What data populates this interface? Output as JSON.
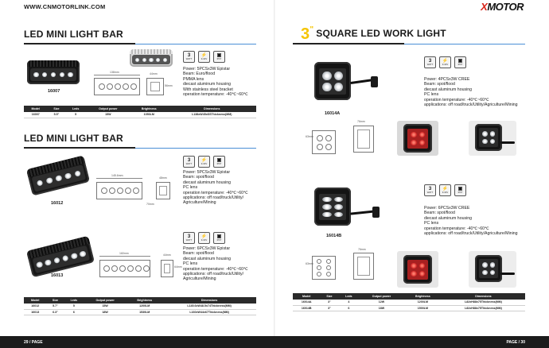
{
  "header": {
    "url": "WWW.CNMOTORLINK.COM",
    "brand_x": "X",
    "brand_rest": "MOTOR"
  },
  "left": {
    "section1": {
      "title": "LED MINI LIGHT BAR",
      "code": "16007",
      "icons": [
        {
          "glyph": "3",
          "label": "WATT"
        },
        {
          "glyph": "⚡",
          "label": "9-30V"
        },
        {
          "glyph": "▣",
          "label": "IP67"
        }
      ],
      "specs": [
        "Power: 5PCSx3W Epistar",
        "Beam: Euro/flood",
        "PMMA lens",
        "diecast aluminum housing",
        "With stainless steel bracket",
        "operation temperature: -40℃~60℃"
      ],
      "drawing_dims": [
        "138mm",
        "44mm",
        "56mm"
      ],
      "table": {
        "headers": [
          "Model",
          "Size",
          "Leds",
          "Output power",
          "Brightness",
          "Dimensions"
        ],
        "rows": [
          [
            "16007",
            "5.5\"",
            "5",
            "15W",
            "1050LM",
            "L138xW45xSSThickness(MM)"
          ]
        ]
      }
    },
    "section2": {
      "title": "LED MINI LIGHT BAR",
      "items": [
        {
          "code": "16012",
          "specs": [
            "Power: 5PCSx3W Epistar",
            "Beam: spot/flood",
            "diecast aluminum housing",
            "PC lens",
            "operation temperature: -40℃~60℃",
            "applications: off road/truck/Utility/",
            "Agriculture/Mining"
          ],
          "drawing_dims": [
            "145.6mm",
            "48mm",
            "70mm"
          ]
        },
        {
          "code": "16013",
          "specs": [
            "Power: 6PCSx3W Epistar",
            "Beam: spot/flood",
            "diecast aluminum housing",
            "PC lens",
            "operation temperature: -40℃~60℃",
            "applications: off road/truck/Utility/",
            "Agriculture/Mining"
          ],
          "drawing_dims": [
            "160mm",
            "44mm",
            "64mm"
          ]
        }
      ],
      "icons": [
        {
          "glyph": "3",
          "label": "WATT"
        },
        {
          "glyph": "⚡",
          "label": "9-30V"
        },
        {
          "glyph": "▣",
          "label": "IP67"
        }
      ],
      "table": {
        "headers": [
          "Model",
          "Size",
          "Leds",
          "Output power",
          "Brightness",
          "Dimensions"
        ],
        "rows": [
          [
            "16012",
            "5.7\"",
            "5",
            "15W",
            "1200LM",
            "L145.6xW48.5x74Thickness(MM)"
          ],
          [
            "16013",
            "6.3\"",
            "6",
            "18W",
            "1530LM",
            "L160xW44x67Thickness(MM)"
          ]
        ]
      }
    },
    "page": "29 / PAGE"
  },
  "right": {
    "title_number": "3",
    "title_quote": "\"",
    "title": "SQUARE LED WORK LIGHT",
    "icons": [
      {
        "glyph": "3",
        "label": "WATT"
      },
      {
        "glyph": "⚡",
        "label": "9-30V"
      },
      {
        "glyph": "▣",
        "label": "IP67"
      }
    ],
    "items": [
      {
        "code": "16014A",
        "specs": [
          "Power: 4PCSx3W CREE",
          "Beam: spot/flood",
          "diecast aluminum housing",
          "PC lens",
          "operation temperature: -40℃~60℃",
          "applications: off road/truck/Utility/Agriculture/Mining"
        ],
        "drawing_dims": [
          "76mm",
          "63mm"
        ]
      },
      {
        "code": "16014B",
        "specs": [
          "Power: 6PCSx3W CREE",
          "Beam: spot/flood",
          "diecast aluminum housing",
          "PC lens",
          "operation temperature: -40℃~60℃",
          "applications: off road/truck/Utility/Agriculture/Mining"
        ],
        "drawing_dims": [
          "76mm",
          "63mm"
        ]
      }
    ],
    "table": {
      "headers": [
        "Model",
        "Size",
        "Leds",
        "Output power",
        "Brightness",
        "Dimensions"
      ],
      "rows": [
        [
          "16014A",
          "3\"",
          "4",
          "12W",
          "1200LM",
          "L82xH88x75Thickness(MM)"
        ],
        [
          "16014B",
          "3\"",
          "6",
          "18W",
          "1500LM",
          "L82xH88x75Thickness(MM)"
        ]
      ]
    },
    "page": "PAGE / 30"
  },
  "colors": {
    "accent_yellow": "#f5c400",
    "brand_red": "#d9261c",
    "rule_blue": "#4a8fd6",
    "dark": "#1c1c1c"
  }
}
